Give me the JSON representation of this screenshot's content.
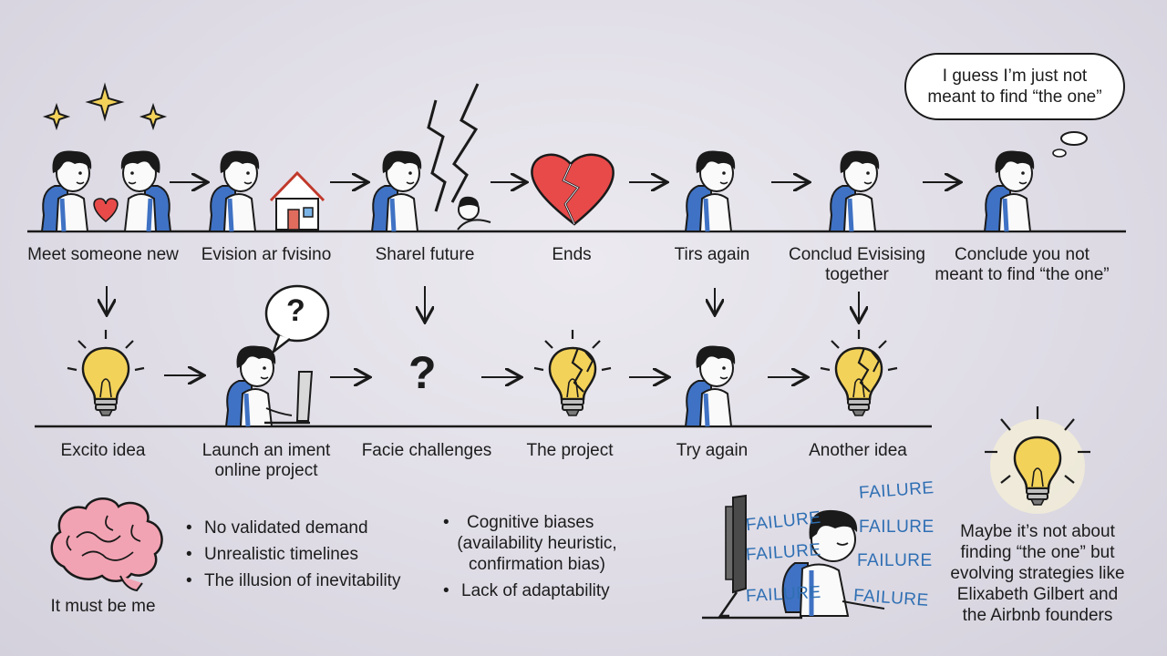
{
  "top_row": {
    "steps": [
      {
        "label": "Meet someone new"
      },
      {
        "label": "Evision ar fvisino"
      },
      {
        "label": "Sharel future"
      },
      {
        "label": "Ends"
      },
      {
        "label": "Tirs again"
      },
      {
        "label": "Conclud Evisising",
        "label2": "together"
      },
      {
        "label": "Conclude you not",
        "label2": "meant to find “the one”"
      }
    ]
  },
  "thought_bubble": {
    "line1": "I guess I’m just not",
    "line2": "meant to find “the one”"
  },
  "bottom_row": {
    "steps": [
      {
        "label": "Excito idea"
      },
      {
        "label": "Launch an iment",
        "label2": "online project"
      },
      {
        "label": "Facie challenges"
      },
      {
        "label": "The project"
      },
      {
        "label": "Try again"
      },
      {
        "label": "Another idea"
      }
    ]
  },
  "brain_caption": "It must be me",
  "reasons_left": [
    "No validated demand",
    "Unrealistic timelines",
    "The illusion of inevitability"
  ],
  "reasons_right": {
    "item1_line1": "Cognitive biases",
    "item1_line2": "(availability heuristic,",
    "item1_line3": "confirmation bias)",
    "item2": "Lack of adaptability"
  },
  "failure_word": "FAILURE",
  "conclusion": [
    "Maybe it’s not about",
    "finding “the one” but",
    "evolving strategies like",
    "Elixabeth Gilbert and",
    "the Airbnb founders"
  ],
  "question_mark": "?",
  "colors": {
    "backpack": "#3f72c4",
    "heart": "#e84a4a",
    "bulb": "#f3d25a",
    "failure_text": "#2f6fb3",
    "brain": "#f2a3b3"
  }
}
